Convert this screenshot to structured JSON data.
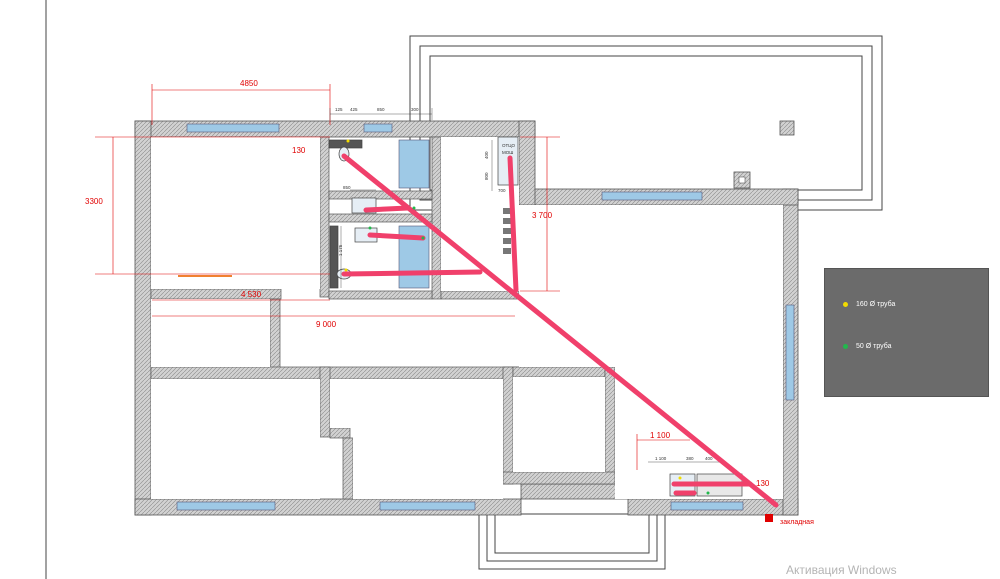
{
  "dimensions": {
    "d4850": "4850",
    "d130a": "130",
    "d3300": "3300",
    "d4530": "4 530",
    "d9000": "9 000",
    "d3700": "3 700",
    "d1100": "1 100",
    "d130b": "130",
    "top_small": [
      "125",
      "425",
      "850",
      "300"
    ],
    "bath_small": [
      "850",
      "1 175"
    ],
    "right_small": [
      "400",
      "800",
      "700"
    ],
    "kitchen_small": [
      "1 100",
      "380",
      "400"
    ]
  },
  "labels": {
    "shower": [
      "ОТЦО",
      "МОШ"
    ],
    "zakladnaya": "закладная"
  },
  "legend": {
    "item1": {
      "label": "160 Ø труба",
      "color": "#f2dc00"
    },
    "item2": {
      "label": "50 Ø труба",
      "color": "#22b84c"
    }
  },
  "watermark": "Активация Windows",
  "colors": {
    "pipe": "#f0406b",
    "dimension": "#e00000",
    "window": "#9ec9e6",
    "wall_hatch": "#8a8a8a"
  }
}
